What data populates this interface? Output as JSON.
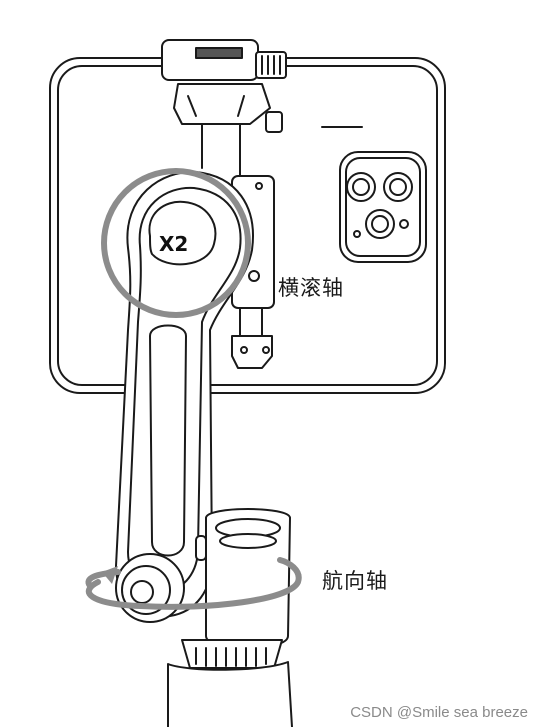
{
  "device": {
    "model": "X2"
  },
  "labels": {
    "roll_axis": "横滚轴",
    "yaw_axis": "航向轴"
  },
  "watermark": "CSDN @Smile sea breeze",
  "colors": {
    "line": "#1a1a1a",
    "highlight_stroke": "#8c8c8c",
    "background": "#ffffff"
  }
}
